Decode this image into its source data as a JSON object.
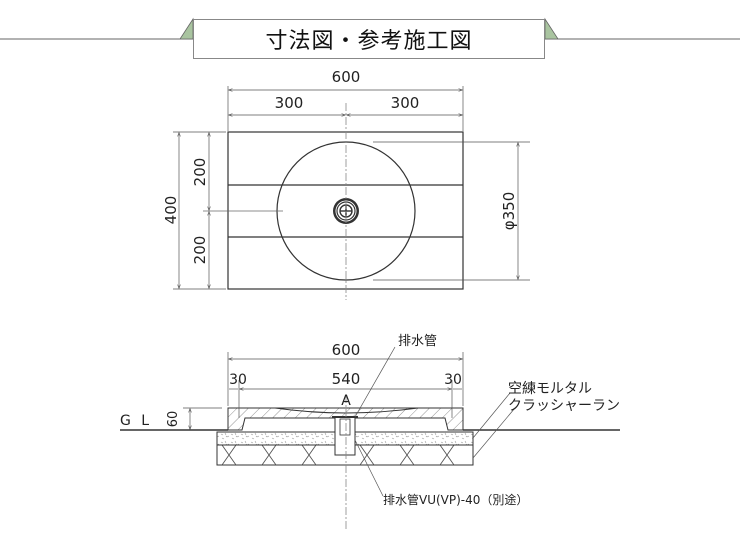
{
  "title": "寸法図・参考施工図",
  "colors": {
    "banner_tab": "#a9c4a0",
    "line": "#333333",
    "dim": "#555555"
  },
  "plan_view": {
    "width_total": "600",
    "width_left": "300",
    "width_right": "300",
    "height_total": "400",
    "height_top": "200",
    "height_bottom": "200",
    "diameter": "φ350"
  },
  "section_view": {
    "width_total": "600",
    "width_left_rim": "30",
    "width_inner": "540",
    "width_right_rim": "30",
    "height": "60",
    "ground_label": "G L",
    "point_label": "A",
    "label_drain": "排水管",
    "label_mortar": "空練モルタル",
    "label_crusher": "クラッシャーラン",
    "label_drain_pipe": "排水管VU(VP)-40（別途）"
  }
}
